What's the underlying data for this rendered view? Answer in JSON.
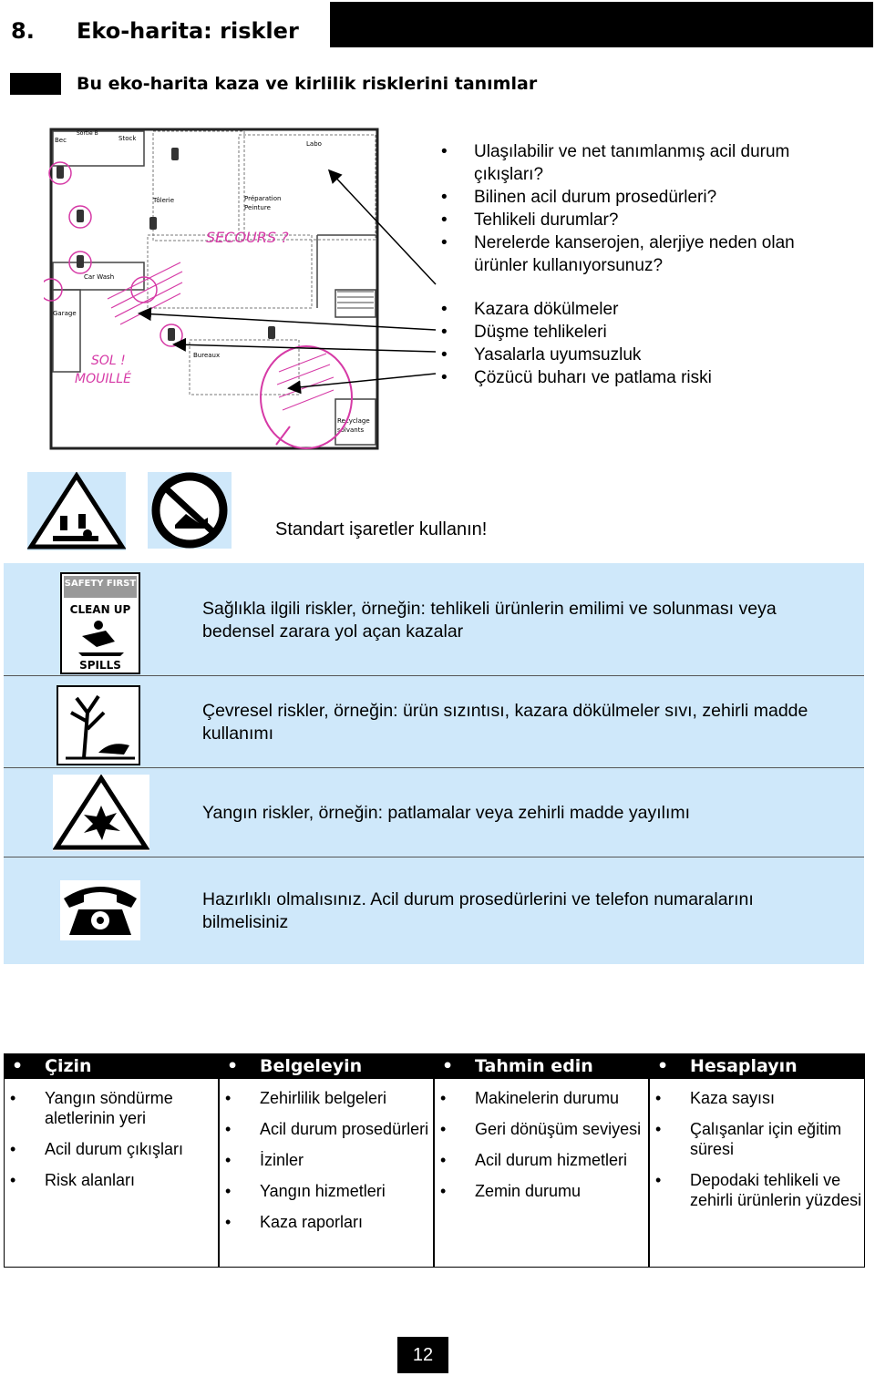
{
  "header": {
    "number": "8.",
    "title": "Eko-harita: riskler",
    "subtitle": "Bu eko-harita kaza ve kirlilik risklerini tanımlar"
  },
  "map": {
    "labels": {
      "stock": "Stock",
      "sortie": "Sortie B",
      "bec": "Bec",
      "labo": "Labo",
      "toleria": "Tôlerie",
      "preparation": "Préparation",
      "peinture": "Peinture",
      "secours": "SECOURS ?",
      "car_wash": "Car Wash",
      "garage": "Garage",
      "bureaux": "Bureaux",
      "sol_mouille_1": "SOL !",
      "sol_mouille_2": "MOUILLÉ",
      "recyclage": "Recyclage",
      "solvants": "solvants"
    }
  },
  "list1": [
    "Ulaşılabilir ve net tanımlanmış acil durum çıkışları?",
    "Bilinen acil durum prosedürleri?",
    "Tehlikeli durumlar?",
    "Nerelerde kanserojen, alerjiye neden olan ürünler kullanıyorsunuz?"
  ],
  "list2": [
    "Kazara dökülmeler",
    "Düşme tehlikeleri",
    "Yasalarla uyumsuzluk",
    "Çözücü buharı ve patlama riski"
  ],
  "standard_signs_text": "Standart işaretler kullanın!",
  "risk_rows": [
    {
      "icon": "safety-first-clean-up-spills-icon",
      "sign_top": "SAFETY FIRST",
      "sign_mid": "CLEAN UP",
      "sign_bottom": "SPILLS",
      "text": "Sağlıkla ilgili riskler, örneğin: tehlikeli ürünlerin emilimi ve solunması veya bedensel zarara yol açan kazalar"
    },
    {
      "icon": "environment-hazard-icon",
      "text": "Çevresel riskler, örneğin: ürün sızıntısı, kazara dökülmeler sıvı, zehirli madde kullanımı"
    },
    {
      "icon": "explosion-hazard-icon",
      "text": "Yangın riskler, örneğin: patlamalar veya zehirli madde yayılımı"
    },
    {
      "icon": "telephone-icon",
      "text": "Hazırlıklı olmalısınız. Acil durum prosedürlerini ve telefon numaralarını bilmelisiniz"
    }
  ],
  "table": {
    "columns": [
      {
        "header": "Çizin",
        "items": [
          "Yangın söndürme aletlerinin yeri",
          "Acil durum çıkışları",
          "Risk alanları"
        ]
      },
      {
        "header": "Belgeleyin",
        "items": [
          "Zehirlilik belgeleri",
          "Acil durum prosedürleri",
          "İzinler",
          "Yangın hizmetleri",
          "Kaza raporları"
        ]
      },
      {
        "header": "Tahmin edin",
        "items": [
          "Makinelerin durumu",
          "Geri dönüşüm seviyesi",
          "Acil durum hizmetleri",
          "Zemin durumu"
        ]
      },
      {
        "header": "Hesaplayın",
        "items": [
          "Kaza sayısı",
          "Çalışanlar için eğitim süresi",
          "Depodaki tehlikeli ve zehirli ürünlerin yüzdesi"
        ]
      }
    ]
  },
  "page_number": "12",
  "colors": {
    "panel_bg": "#cfe8fa",
    "annotation_pink": "#d63aa6",
    "black": "#000000"
  }
}
